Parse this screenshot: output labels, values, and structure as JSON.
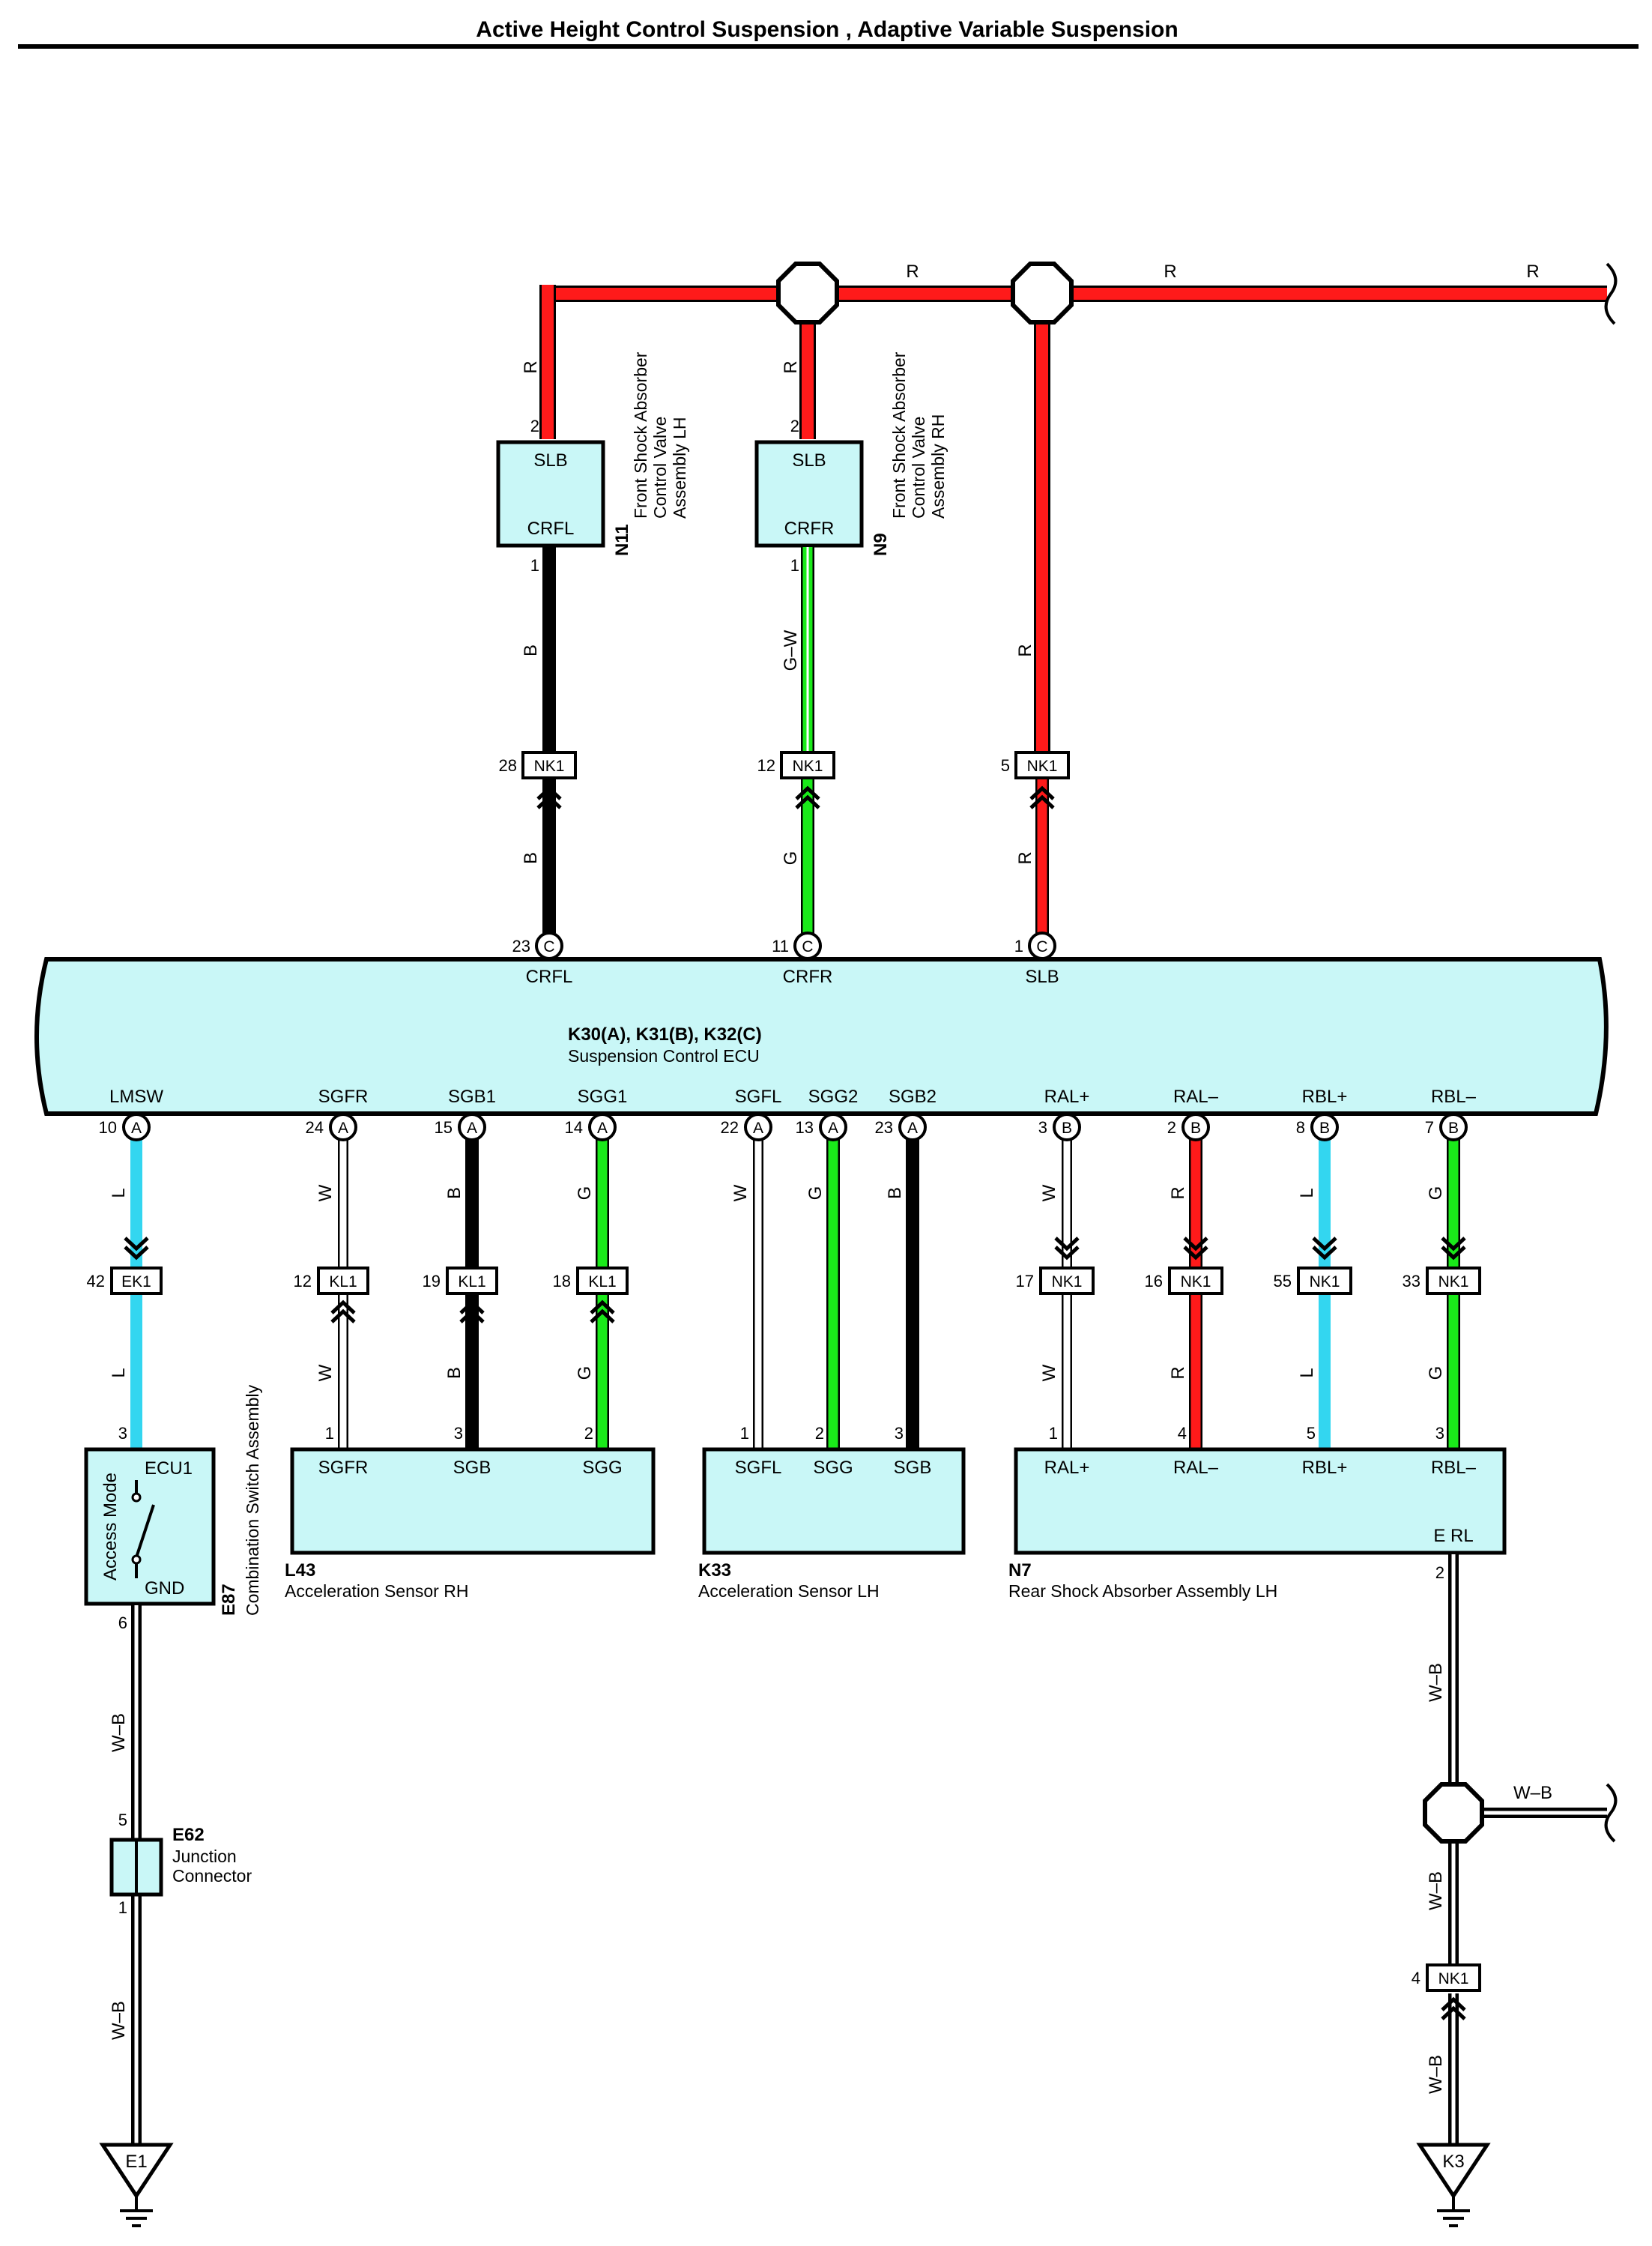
{
  "title": "Active Height Control Suspension , Adaptive Variable Suspension",
  "colors": {
    "red": "#ff1a1a",
    "black": "#000000",
    "green": "#1aea1a",
    "cyan": "#33d6f0",
    "component_fill": "#c9f7f7"
  },
  "wire_codes": {
    "R": "R",
    "B": "B",
    "G": "G",
    "GW": "G–W",
    "W": "W",
    "L": "L",
    "WB": "W–B"
  },
  "connector_codes": {
    "NK1": "NK1",
    "KL1": "KL1",
    "EK1": "EK1",
    "A": "A",
    "B": "B",
    "C": "C"
  },
  "pin_numbers": {
    "p1": "1",
    "p2": "2",
    "p3": "3",
    "p4": "4",
    "p5": "5",
    "p6": "6",
    "p7": "7",
    "p8": "8",
    "p10": "10",
    "p11": "11",
    "p12": "12",
    "p13": "13",
    "p14": "14",
    "p15": "15",
    "p16": "16",
    "p17": "17",
    "p18": "18",
    "p19": "19",
    "p22": "22",
    "p23": "23",
    "p24": "24",
    "p28": "28",
    "p33": "33",
    "p42": "42",
    "p55": "55"
  },
  "ecu": {
    "id": "K30(A), K31(B), K32(C)",
    "name": "Suspension Control ECU",
    "top_terminals": {
      "crfl": "CRFL",
      "crfr": "CRFR",
      "slb": "SLB"
    },
    "bottom_terminals": {
      "lmsw": "LMSW",
      "sgfr": "SGFR",
      "sgb1": "SGB1",
      "sgg1": "SGG1",
      "sgfl": "SGFL",
      "sgg2": "SGG2",
      "sgb2": "SGB2",
      "ralp": "RAL+",
      "ralm": "RAL–",
      "rblp": "RBL+",
      "rblm": "RBL–"
    }
  },
  "n11": {
    "id": "N11",
    "name_lines": [
      "Front Shock Absorber",
      "Control Valve",
      "Assembly LH"
    ],
    "pin_top": "SLB",
    "pin_bottom": "CRFL"
  },
  "n9": {
    "id": "N9",
    "name_lines": [
      "Front Shock Absorber",
      "Control Valve",
      "Assembly RH"
    ],
    "pin_top": "SLB",
    "pin_bottom": "CRFR"
  },
  "e87": {
    "id": "E87",
    "name": "Combination Switch Assembly",
    "inner_label": "Access Mode",
    "pin_top": "ECU1",
    "pin_bottom": "GND"
  },
  "l43": {
    "id": "L43",
    "name": "Acceleration Sensor RH",
    "pins": {
      "sgfr": "SGFR",
      "sgb": "SGB",
      "sgg": "SGG"
    }
  },
  "k33": {
    "id": "K33",
    "name": "Acceleration Sensor LH",
    "pins": {
      "sgfl": "SGFL",
      "sgg": "SGG",
      "sgb": "SGB"
    }
  },
  "n7": {
    "id": "N7",
    "name": "Rear Shock Absorber Assembly LH",
    "pins": {
      "ralp": "RAL+",
      "ralm": "RAL–",
      "rblp": "RBL+",
      "rblm": "RBL–",
      "erl": "E RL"
    }
  },
  "e62": {
    "id": "E62",
    "name_lines": [
      "Junction",
      "Connector"
    ]
  },
  "grounds": {
    "e1": "E1",
    "k3": "K3"
  }
}
